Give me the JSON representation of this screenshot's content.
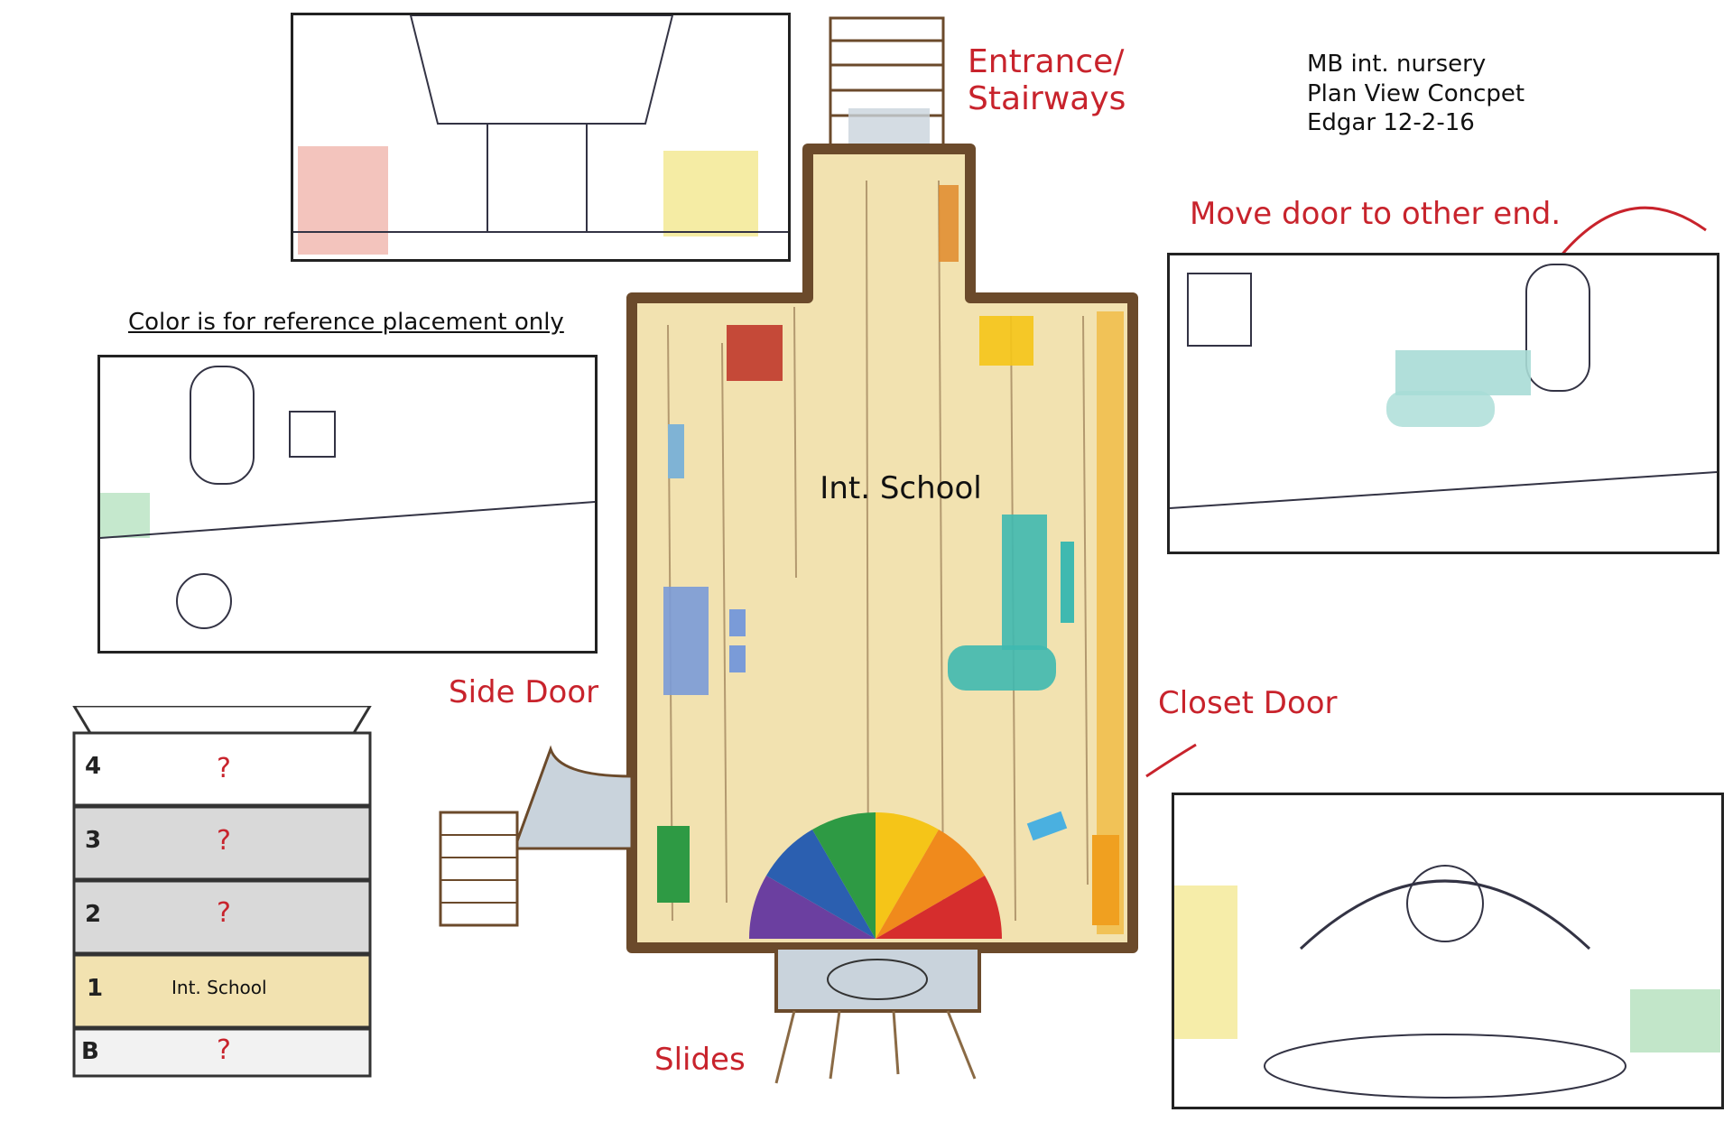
{
  "title_block": {
    "line1": "MB int. nursery",
    "line2": "Plan View Concpet",
    "line3": "Edgar 12-2-16"
  },
  "notes": {
    "color_note": "Color is for reference placement only",
    "move_door": "Move door to other end."
  },
  "callouts": {
    "entrance": "Entrance/",
    "stairways": "Stairways",
    "side_door": "Side Door",
    "closet_door": "Closet Door",
    "slides": "Slides"
  },
  "plan": {
    "room_label": "Int. School"
  },
  "section": {
    "floors": [
      {
        "num": "4",
        "label": "",
        "mark": "?"
      },
      {
        "num": "3",
        "label": "",
        "mark": "?"
      },
      {
        "num": "2",
        "label": "",
        "mark": "?"
      },
      {
        "num": "1",
        "label": "Int. School",
        "mark": ""
      },
      {
        "num": "B",
        "label": "",
        "mark": "?"
      }
    ]
  },
  "colors": {
    "accent_red": "#c8232c",
    "floor_tan": "#f2e2b0",
    "wall_brown": "#6b4a2b",
    "teal": "#3fb9b0",
    "blue": "#7a9bd8"
  }
}
